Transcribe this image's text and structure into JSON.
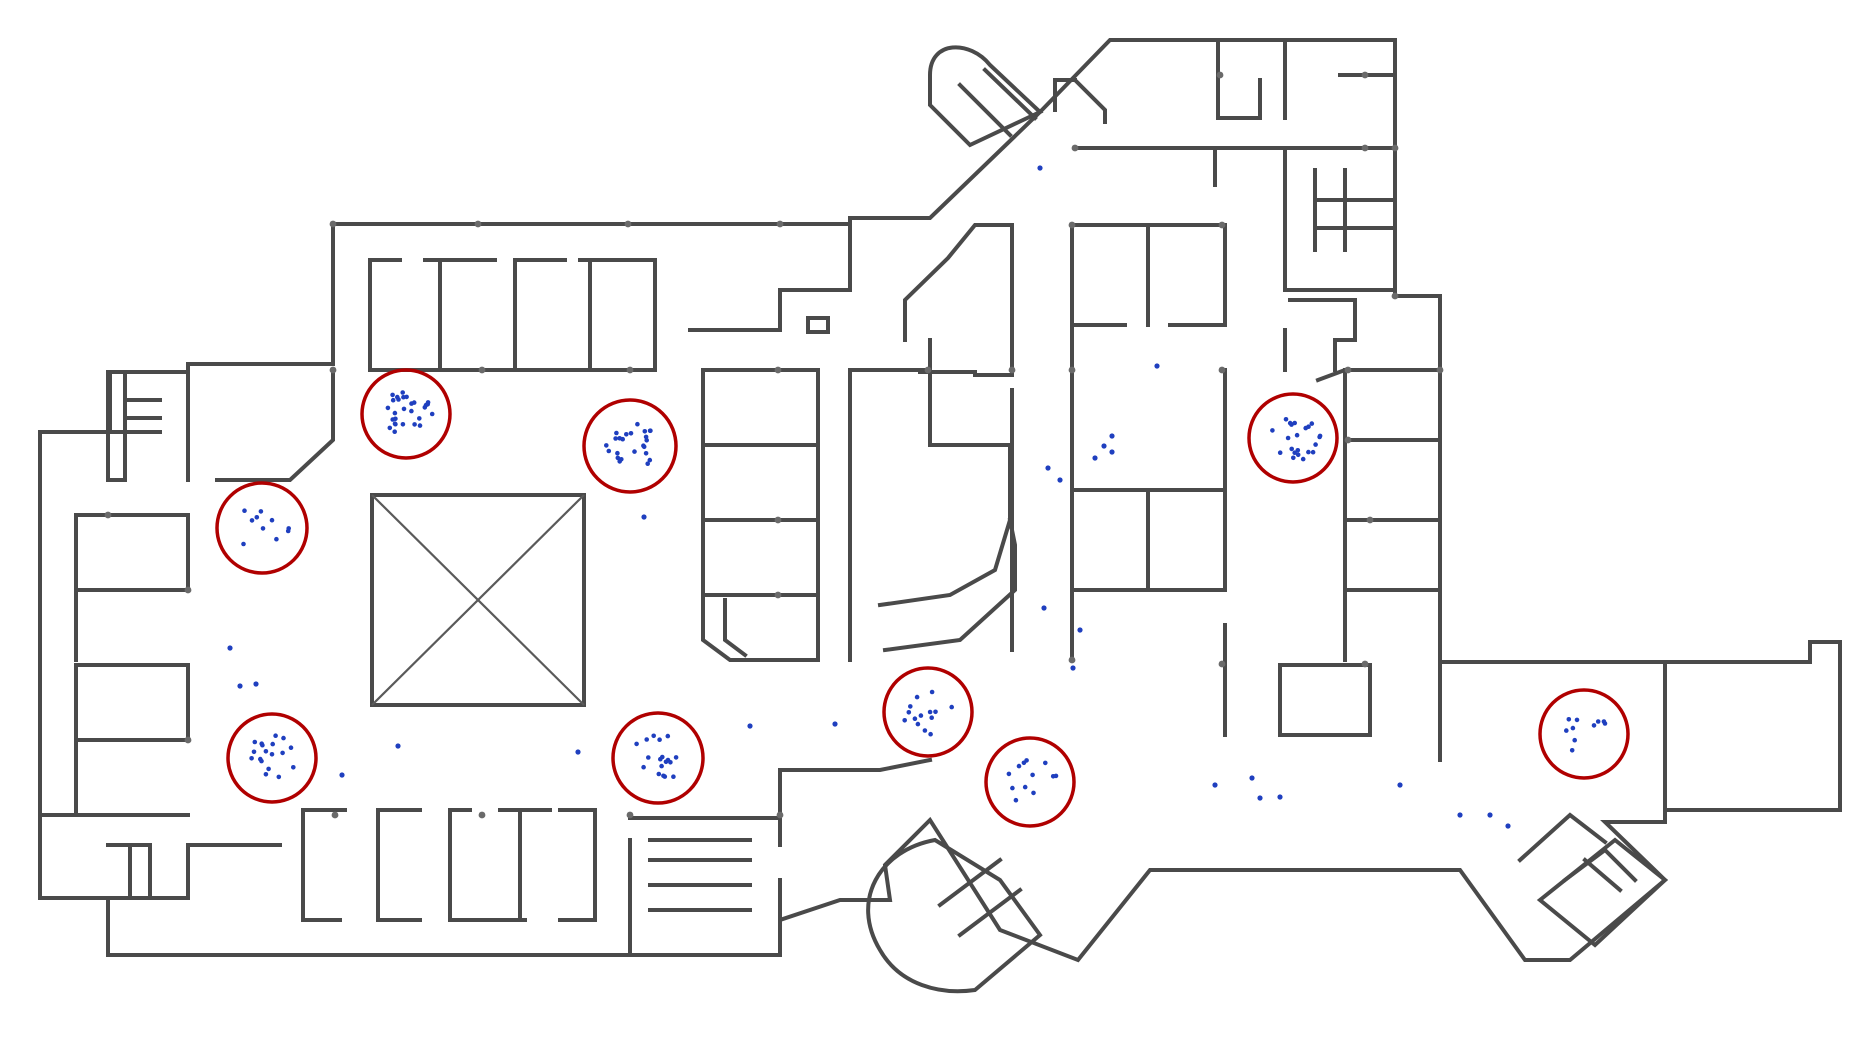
{
  "colors": {
    "background": "#ffffff",
    "walls": "#4a4a4a",
    "measurement_points": "#1f3fbf",
    "cluster_rings": "#b00000"
  },
  "clusters": [
    {
      "id": "cluster-1",
      "point_count": 28
    },
    {
      "id": "cluster-2",
      "point_count": 24
    },
    {
      "id": "cluster-3",
      "point_count": 10
    },
    {
      "id": "cluster-4",
      "point_count": 22
    },
    {
      "id": "cluster-5",
      "point_count": 18
    },
    {
      "id": "cluster-6",
      "point_count": 18
    },
    {
      "id": "cluster-7",
      "point_count": 14
    },
    {
      "id": "cluster-8",
      "point_count": 12
    },
    {
      "id": "cluster-9",
      "point_count": 10
    },
    {
      "id": "cluster-10",
      "point_count": 8
    }
  ]
}
